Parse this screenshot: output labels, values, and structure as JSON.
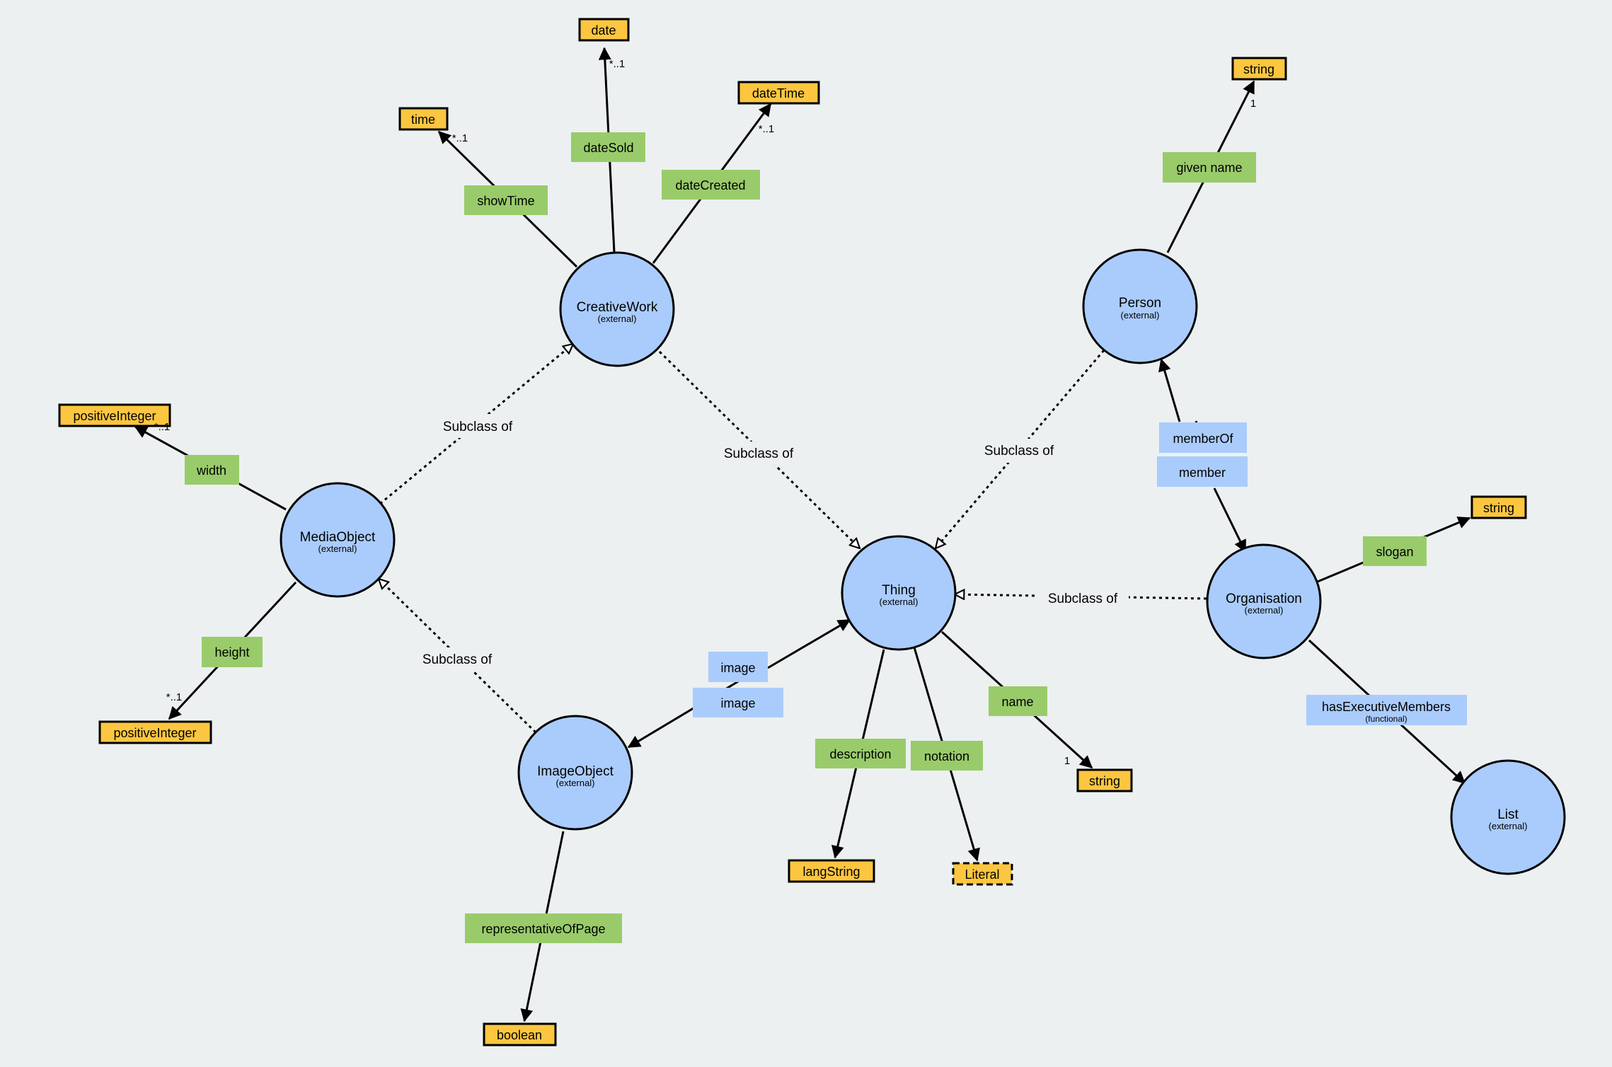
{
  "classes": [
    {
      "id": "creativework",
      "name": "CreativeWork",
      "note": "(external)"
    },
    {
      "id": "person",
      "name": "Person",
      "note": "(external)"
    },
    {
      "id": "mediaobject",
      "name": "MediaObject",
      "note": "(external)"
    },
    {
      "id": "thing",
      "name": "Thing",
      "note": "(external)"
    },
    {
      "id": "organisation",
      "name": "Organisation",
      "note": "(external)"
    },
    {
      "id": "imageobject",
      "name": "ImageObject",
      "note": "(external)"
    },
    {
      "id": "list",
      "name": "List",
      "note": "(external)"
    }
  ],
  "datatypes": [
    {
      "id": "date",
      "label": "date"
    },
    {
      "id": "time",
      "label": "time"
    },
    {
      "id": "datetime",
      "label": "dateTime"
    },
    {
      "id": "string-person",
      "label": "string"
    },
    {
      "id": "posint-width",
      "label": "positiveInteger"
    },
    {
      "id": "posint-height",
      "label": "positiveInteger"
    },
    {
      "id": "string-slogan",
      "label": "string"
    },
    {
      "id": "string-name",
      "label": "string"
    },
    {
      "id": "langstring",
      "label": "langString"
    },
    {
      "id": "literal",
      "label": "Literal"
    },
    {
      "id": "boolean",
      "label": "boolean"
    }
  ],
  "datatype_properties": [
    {
      "id": "datesold",
      "label": "dateSold"
    },
    {
      "id": "showtime",
      "label": "showTime"
    },
    {
      "id": "datecreated",
      "label": "dateCreated"
    },
    {
      "id": "givenname",
      "label": "given name"
    },
    {
      "id": "width",
      "label": "width"
    },
    {
      "id": "height",
      "label": "height"
    },
    {
      "id": "slogan",
      "label": "slogan"
    },
    {
      "id": "name",
      "label": "name"
    },
    {
      "id": "description",
      "label": "description"
    },
    {
      "id": "notation",
      "label": "notation"
    },
    {
      "id": "representativeofpage",
      "label": "representativeOfPage"
    }
  ],
  "object_properties": [
    {
      "id": "memberof",
      "label": "memberOf",
      "note": ""
    },
    {
      "id": "member",
      "label": "member",
      "note": ""
    },
    {
      "id": "image1",
      "label": "image",
      "note": ""
    },
    {
      "id": "image2",
      "label": "image",
      "note": ""
    },
    {
      "id": "hasexecutivemembers",
      "label": "hasExecutiveMembers",
      "note": "(functional)"
    }
  ],
  "subclass_labels": [
    {
      "id": "media-creative",
      "label": "Subclass of"
    },
    {
      "id": "creative-thing",
      "label": "Subclass of"
    },
    {
      "id": "person-thing",
      "label": "Subclass of"
    },
    {
      "id": "org-thing",
      "label": "Subclass of"
    },
    {
      "id": "image-media",
      "label": "Subclass of"
    }
  ],
  "cardinalities": [
    {
      "id": "date",
      "label": "*..1"
    },
    {
      "id": "time",
      "label": "*..1"
    },
    {
      "id": "datetime",
      "label": "*..1"
    },
    {
      "id": "string-person",
      "label": "1"
    },
    {
      "id": "posint-width",
      "label": "*..1"
    },
    {
      "id": "posint-height",
      "label": "*..1"
    },
    {
      "id": "string-name",
      "label": "1"
    }
  ],
  "colors": {
    "background": "#ecf0f1",
    "class_fill": "#aaccfc",
    "datatype_fill": "#fcc640",
    "datatype_property_fill": "#99cb6b",
    "object_property_fill": "#aaccfc"
  }
}
